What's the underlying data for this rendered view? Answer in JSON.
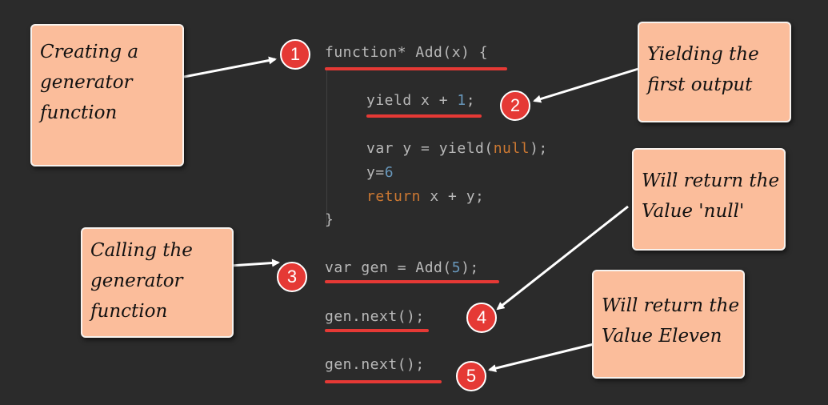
{
  "notes": {
    "n1": [
      "Creating a",
      "generator",
      "function"
    ],
    "n2": [
      "Yielding the",
      "first output"
    ],
    "n3": [
      "Calling the",
      "generator",
      "function"
    ],
    "n4": [
      "Will return the",
      "Value 'null'"
    ],
    "n5": [
      "Will return the",
      "Value Eleven"
    ]
  },
  "badges": [
    "1",
    "2",
    "3",
    "4",
    "5"
  ],
  "code": {
    "line1": "function* Add(x) {",
    "line2_pre": "yield x + ",
    "line2_num": "1",
    "line2_post": ";",
    "line3_pre": "var y = yield(",
    "line3_kw": "null",
    "line3_post": ");",
    "line4_pre": "y=",
    "line4_num": "6",
    "line5_kw": "return",
    "line5_post": " x + y;",
    "line6": "}",
    "line7_pre": "var gen = Add(",
    "line7_num": "5",
    "line7_post": ");",
    "line8": "gen.next();",
    "line9": "gen.next();"
  },
  "colors": {
    "background": "#2b2b2b",
    "note": "#fbbd9b",
    "badge": "#e53935",
    "underline": "#e53935",
    "arrow": "#ffffff"
  }
}
